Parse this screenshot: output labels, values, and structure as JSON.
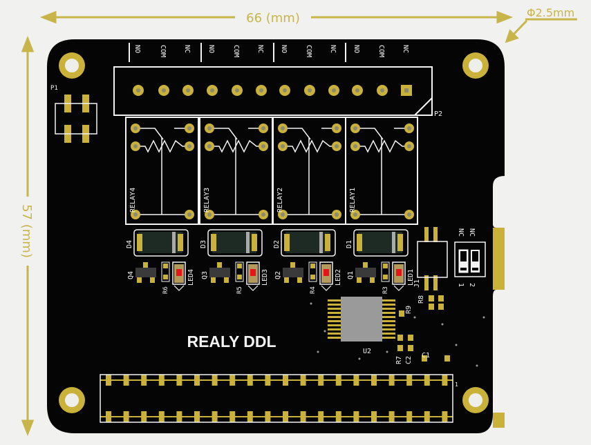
{
  "dimensions": {
    "width_label": "66 (mm)",
    "height_label": "57 (mm)",
    "hole_label": "Φ2.5mm"
  },
  "board": {
    "title": "REALY DDL",
    "terminal_groups": [
      {
        "labels": [
          "NO",
          "COM",
          "NC"
        ]
      },
      {
        "labels": [
          "NO",
          "COM",
          "NC"
        ]
      },
      {
        "labels": [
          "NO",
          "COM",
          "NC"
        ]
      },
      {
        "labels": [
          "NO",
          "COM",
          "NC"
        ]
      }
    ],
    "terminal_ref": "P2",
    "top_left_ref": "P1",
    "relays": [
      "RELAY4",
      "RELAY3",
      "RELAY2",
      "RELAY1"
    ],
    "diodes": [
      "D4",
      "D3",
      "D2",
      "D1"
    ],
    "transistors": [
      "Q4",
      "Q3",
      "Q2",
      "Q1"
    ],
    "resistors": [
      "R6",
      "R5",
      "R4",
      "R3"
    ],
    "leds": [
      "LED4",
      "LED3",
      "LED2",
      "LED1"
    ],
    "connector_ref": "J1",
    "ic_ref": "U2",
    "switch_top_labels": [
      "NC",
      "NC"
    ],
    "switch_bottom_labels": [
      "1",
      "2"
    ],
    "small_refs": [
      "R7",
      "C2",
      "R8",
      "C1",
      "R9"
    ],
    "header_pin1": "1",
    "header_pin_count": 40,
    "colors": {
      "board": "#050505",
      "gold": "#c9b13a",
      "silk": "#f4f4f4",
      "led": "#e8141c",
      "chip": "#9a9a9a"
    }
  }
}
